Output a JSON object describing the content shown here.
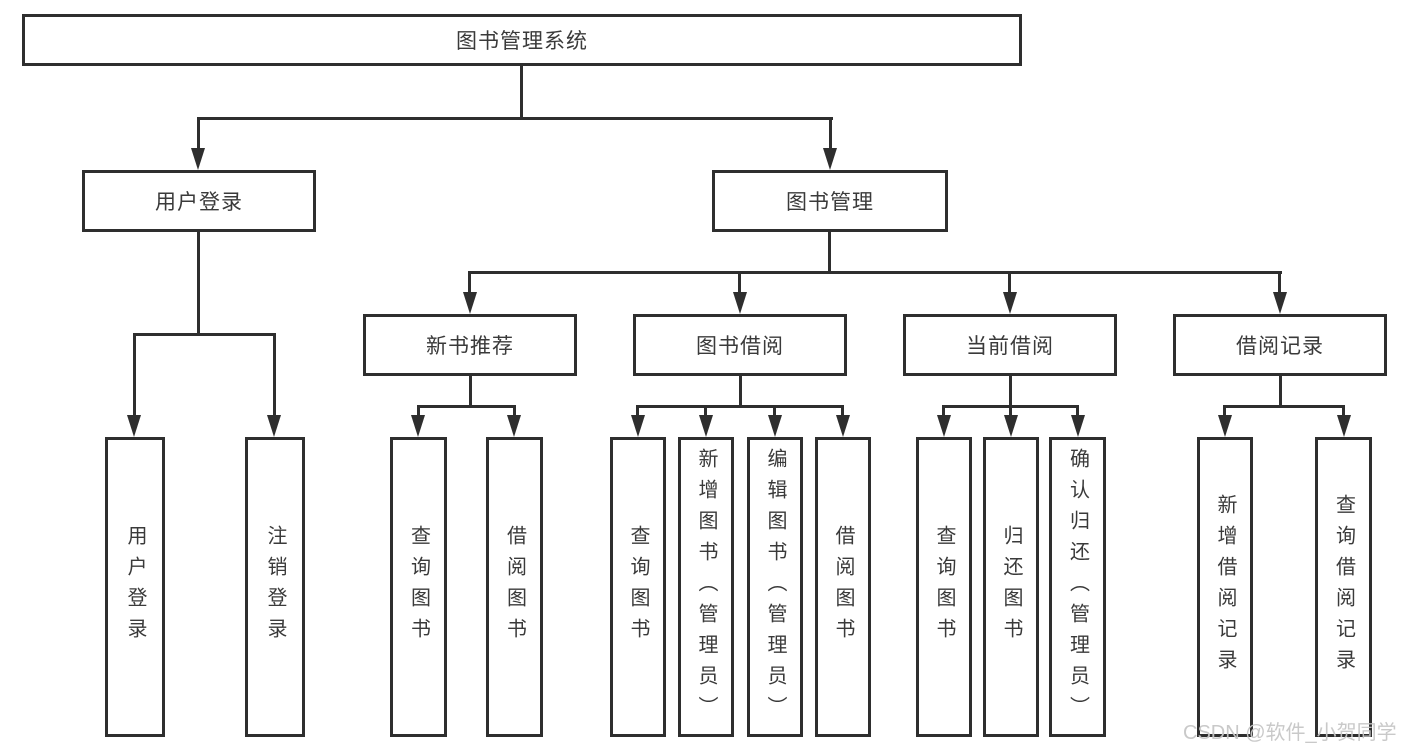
{
  "diagram": {
    "title": "图书管理系统",
    "root": {
      "label": "图书管理系统"
    },
    "branches": {
      "user_login": {
        "label": "用户登录",
        "children": [
          {
            "label": "用户登录"
          },
          {
            "label": "注销登录"
          }
        ]
      },
      "book_mgmt": {
        "label": "图书管理",
        "sections": [
          {
            "label": "新书推荐",
            "children": [
              {
                "label": "查询图书"
              },
              {
                "label": "借阅图书"
              }
            ]
          },
          {
            "label": "图书借阅",
            "children": [
              {
                "label": "查询图书"
              },
              {
                "label": "新增图书（管理员）"
              },
              {
                "label": "编辑图书（管理员）"
              },
              {
                "label": "借阅图书"
              }
            ]
          },
          {
            "label": "当前借阅",
            "children": [
              {
                "label": "查询图书"
              },
              {
                "label": "归还图书"
              },
              {
                "label": "确认归还（管理员）"
              }
            ]
          },
          {
            "label": "借阅记录",
            "children": [
              {
                "label": "新增借阅记录"
              },
              {
                "label": "查询借阅记录"
              }
            ]
          }
        ]
      }
    }
  },
  "watermark": {
    "text": "CSDN @软件_小贺同学"
  },
  "colors": {
    "line": "#2e2e2e",
    "text": "#3a3a3a",
    "background": "#ffffff",
    "watermark": "#c6c6c6"
  }
}
